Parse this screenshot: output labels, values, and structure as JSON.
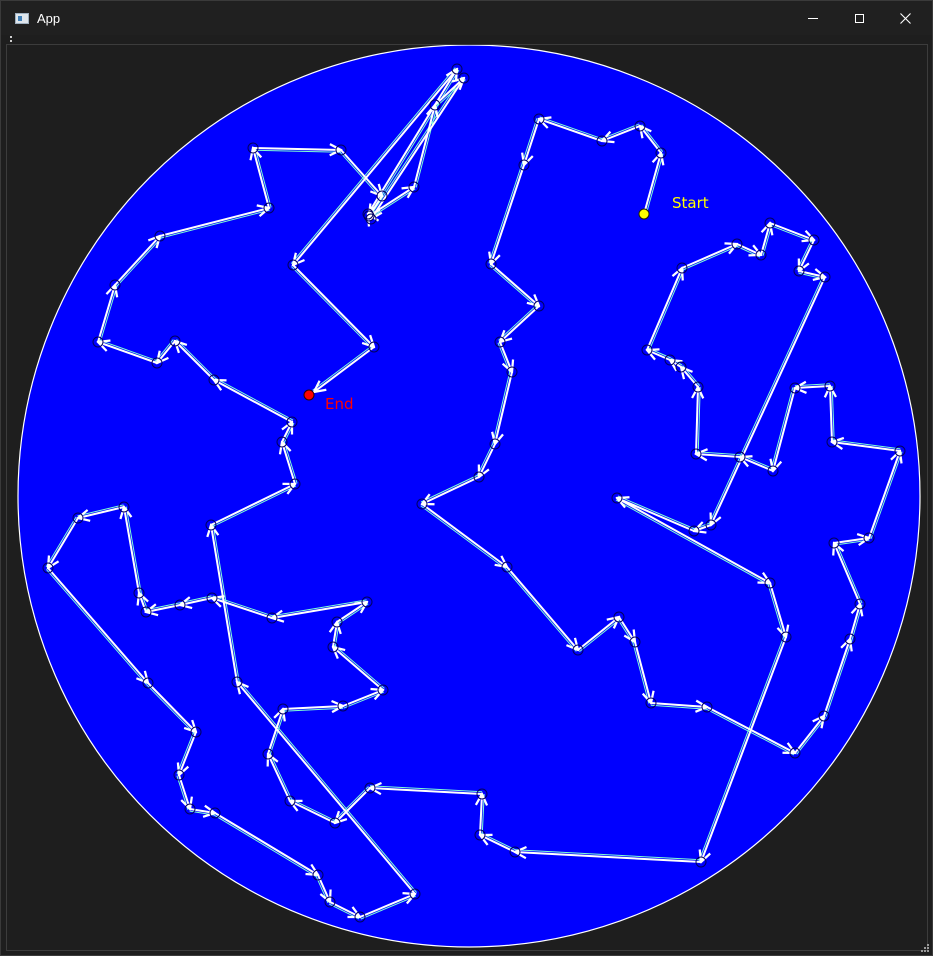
{
  "window": {
    "title": "App",
    "controls": [
      "minimize",
      "maximize",
      "close"
    ]
  },
  "canvas": {
    "background": "#1e1e1e",
    "disc_color": "#0000ff",
    "disc_border": "#ffffff",
    "path_color": "#ffffff",
    "shadow_color": "#7fffd4",
    "node_outline": "#000060",
    "start": {
      "label": "Start",
      "color": "#ffff00"
    },
    "end": {
      "label": "End",
      "color": "#ff0000"
    }
  }
}
